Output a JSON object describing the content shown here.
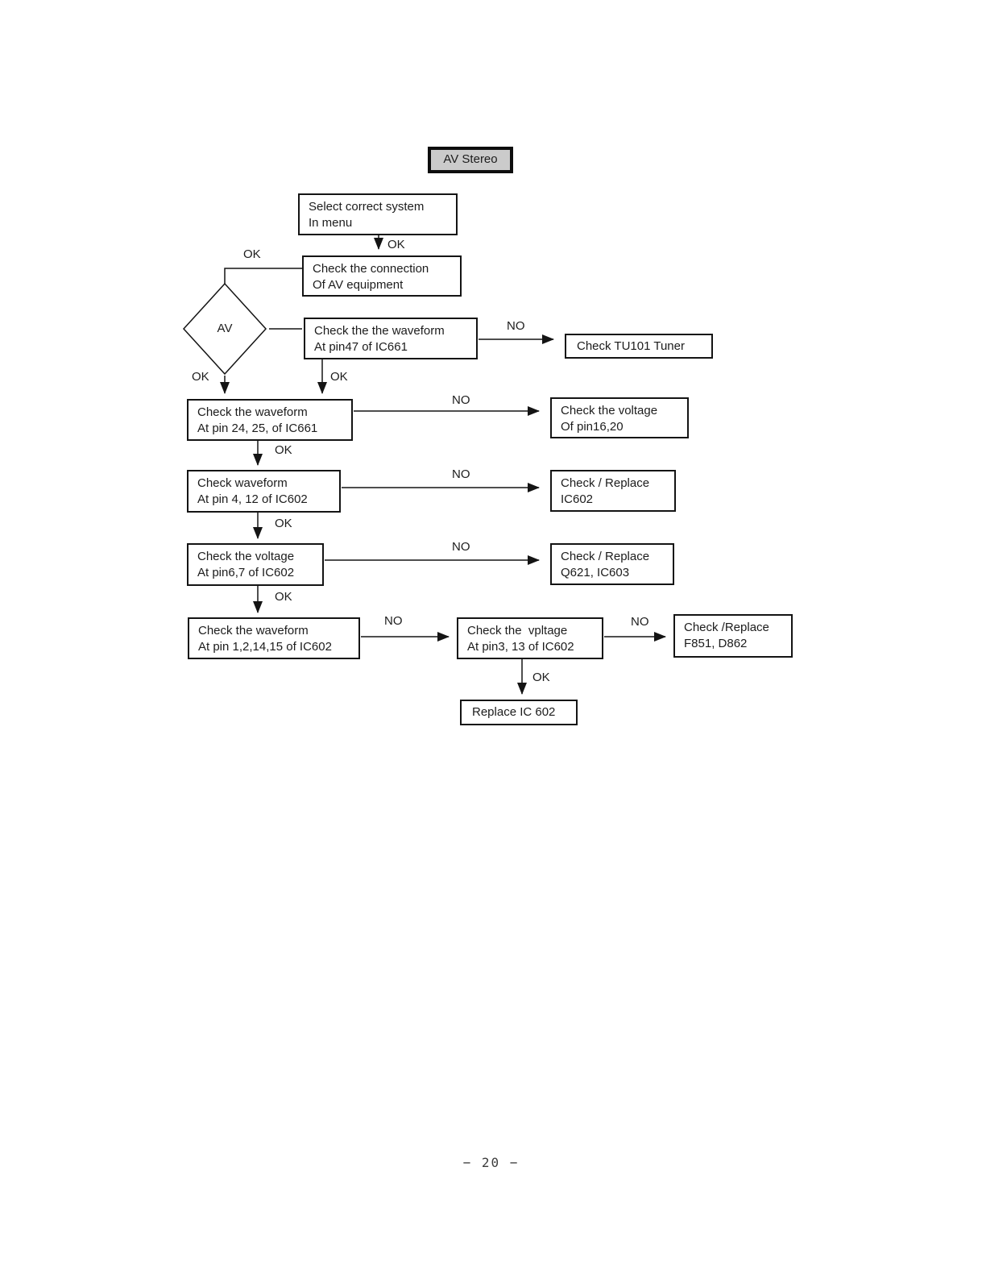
{
  "flowchart": {
    "title_box": "AV Stereo",
    "decision": "AV",
    "boxes": {
      "select_system": {
        "line1": "Select correct system",
        "line2": "In menu"
      },
      "check_connection": {
        "line1": "Check the connection",
        "line2": "Of AV equipment"
      },
      "waveform_pin47": {
        "line1": "Check the the waveform",
        "line2": "At pin47 of IC661"
      },
      "tu101": {
        "line1": "Check TU101 Tuner"
      },
      "waveform_pin24_25": {
        "line1": "Check the waveform",
        "line2": "At pin 24, 25, of IC661"
      },
      "voltage_pin16_20": {
        "line1": "Check the voltage",
        "line2": "Of pin16,20"
      },
      "waveform_pin4_12": {
        "line1": "Check waveform",
        "line2": "At pin 4, 12 of IC602"
      },
      "replace_ic602": {
        "line1": "Check / Replace",
        "line2": "IC602"
      },
      "voltage_pin6_7": {
        "line1": "Check the voltage",
        "line2": "At pin6,7 of IC602"
      },
      "replace_q621": {
        "line1": "Check / Replace",
        "line2": "Q621, IC603"
      },
      "waveform_pins1_2_14_15": {
        "line1": "Check the waveform",
        "line2": "At pin 1,2,14,15 of IC602"
      },
      "voltage_pin3_13": {
        "line1": "Check the  vpltage",
        "line2": "At pin3, 13 of IC602"
      },
      "replace_f851_d862": {
        "line1": "Check /Replace",
        "line2": "F851, D862"
      },
      "replace_ic602_final": {
        "line1": "Replace IC 602"
      }
    },
    "labels": {
      "ok_select": "OK",
      "ok_connection": "OK",
      "ok_av_down": "OK",
      "ok_pin47_down": "OK",
      "no_pin47": "NO",
      "no_pin24": "NO",
      "ok_pin24_down": "OK",
      "no_pin4": "NO",
      "ok_pin4_down": "OK",
      "no_pin6": "NO",
      "ok_pin6_down": "OK",
      "no_pin1": "NO",
      "no_pin3": "NO",
      "ok_pin3_down": "OK"
    },
    "colors": {
      "title_fill": "#cbcbcb",
      "line": "#141414"
    }
  },
  "footer": {
    "page_number": "− 20 −"
  }
}
